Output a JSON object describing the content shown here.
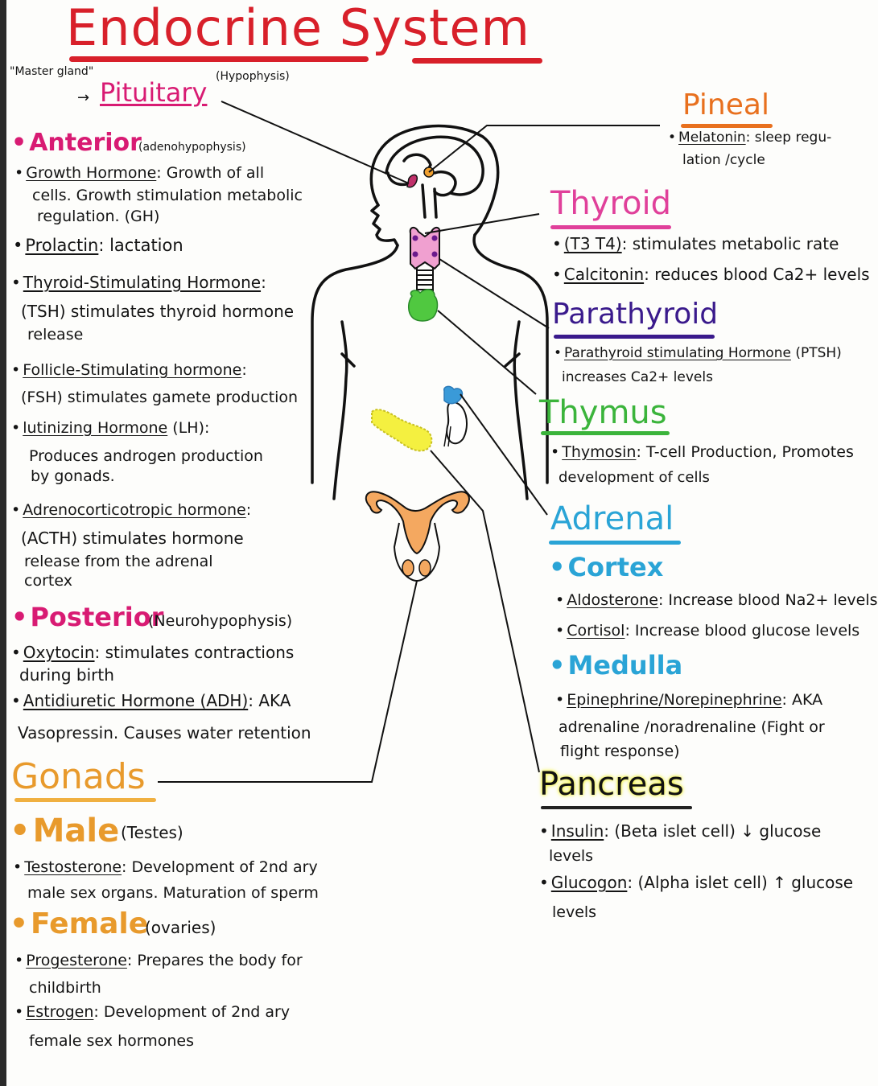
{
  "title": "Endocrine System",
  "colors": {
    "title": "#d8202a",
    "pituitary": "#d81b73",
    "pineal": "#e8701e",
    "thyroid": "#e0409a",
    "parathyroid": "#3a1a8c",
    "thymus": "#3bb43b",
    "adrenal": "#2aa4d6",
    "pancreas_highlight": "#f2f23a",
    "gonads": "#e89a2c"
  },
  "pituitary": {
    "nickname": "\"Master gland\"",
    "arrow": "→",
    "heading": "Pituitary",
    "alt_name": "(Hypophysis)",
    "anterior": {
      "heading": "Anterior",
      "alt_name": "(adenohypophysis)",
      "hormones": [
        {
          "name": "Growth Hormone",
          "desc_lines": [
            ": Growth of all",
            "cells. Growth stimulation metabolic",
            "regulation. (GH)"
          ]
        },
        {
          "name": "Prolactin",
          "desc_lines": [
            ": lactation"
          ]
        },
        {
          "name": "Thyroid-Stimulating Hormone",
          "desc_lines": [
            ":",
            "(TSH) stimulates thyroid hormone",
            "release"
          ]
        },
        {
          "name": "Follicle-Stimulating hormone",
          "desc_lines": [
            ":",
            "(FSH) stimulates gamete production"
          ]
        },
        {
          "name": "lutinizing Hormone",
          "desc_lines": [
            " (LH):",
            "Produces androgen production",
            "by gonads."
          ]
        },
        {
          "name": "Adrenocorticotropic hormone",
          "desc_lines": [
            ":",
            "(ACTH) stimulates hormone",
            "release from the adrenal",
            "cortex"
          ]
        }
      ]
    },
    "posterior": {
      "heading": "Posterior",
      "alt_name": "(Neurohypophysis)",
      "hormones": [
        {
          "name": "Oxytocin",
          "desc_lines": [
            ": stimulates contractions",
            "during birth"
          ]
        },
        {
          "name": "Antidiuretic Hormone (ADH)",
          "desc_lines": [
            ": AKA",
            "Vasopressin. Causes water retention"
          ]
        }
      ]
    }
  },
  "gonads": {
    "heading": "Gonads",
    "male": {
      "heading": "Male",
      "alt_name": "(Testes)",
      "hormones": [
        {
          "name": "Testosterone",
          "desc_lines": [
            ": Development of 2nd ary",
            "male sex organs. Maturation of sperm"
          ]
        }
      ]
    },
    "female": {
      "heading": "Female",
      "alt_name": "(ovaries)",
      "hormones": [
        {
          "name": "Progesterone",
          "desc_lines": [
            ": Prepares the body for",
            "childbirth"
          ]
        },
        {
          "name": "Estrogen",
          "desc_lines": [
            ": Development of 2nd ary",
            "female sex hormones"
          ]
        }
      ]
    }
  },
  "pineal": {
    "heading": "Pineal",
    "hormones": [
      {
        "name": "Melatonin",
        "desc_lines": [
          ": sleep regu-",
          "lation /cycle"
        ]
      }
    ]
  },
  "thyroid": {
    "heading": "Thyroid",
    "hormones": [
      {
        "name": "(T3 T4)",
        "desc_lines": [
          ": stimulates metabolic rate"
        ]
      },
      {
        "name": "Calcitonin",
        "desc_lines": [
          ": reduces blood Ca2+ levels"
        ]
      }
    ]
  },
  "parathyroid": {
    "heading": "Parathyroid",
    "hormones": [
      {
        "name": "Parathyroid stimulating Hormone",
        "desc_lines": [
          " (PTSH)",
          "increases Ca2+ levels"
        ]
      }
    ]
  },
  "thymus": {
    "heading": "Thymus",
    "hormones": [
      {
        "name": "Thymosin",
        "desc_lines": [
          ": T-cell Production, Promotes",
          "development of cells"
        ]
      }
    ]
  },
  "adrenal": {
    "heading": "Adrenal",
    "cortex": {
      "heading": "Cortex",
      "hormones": [
        {
          "name": "Aldosterone",
          "desc_lines": [
            ": Increase blood Na2+ levels"
          ]
        },
        {
          "name": "Cortisol",
          "desc_lines": [
            ": Increase blood glucose levels"
          ]
        }
      ]
    },
    "medulla": {
      "heading": "Medulla",
      "hormones": [
        {
          "name": "Epinephrine/Norepinephrine",
          "desc_lines": [
            ": AKA",
            "adrenaline /noradrenaline (Fight or",
            "flight response)"
          ]
        }
      ]
    }
  },
  "pancreas": {
    "heading": "Pancreas",
    "hormones": [
      {
        "name": "Insulin",
        "desc_lines": [
          ": (Beta islet cell) ↓ glucose",
          "levels"
        ]
      },
      {
        "name": "Glucogon",
        "desc_lines": [
          ": (Alpha islet cell) ↑ glucose",
          "levels"
        ]
      }
    ]
  }
}
